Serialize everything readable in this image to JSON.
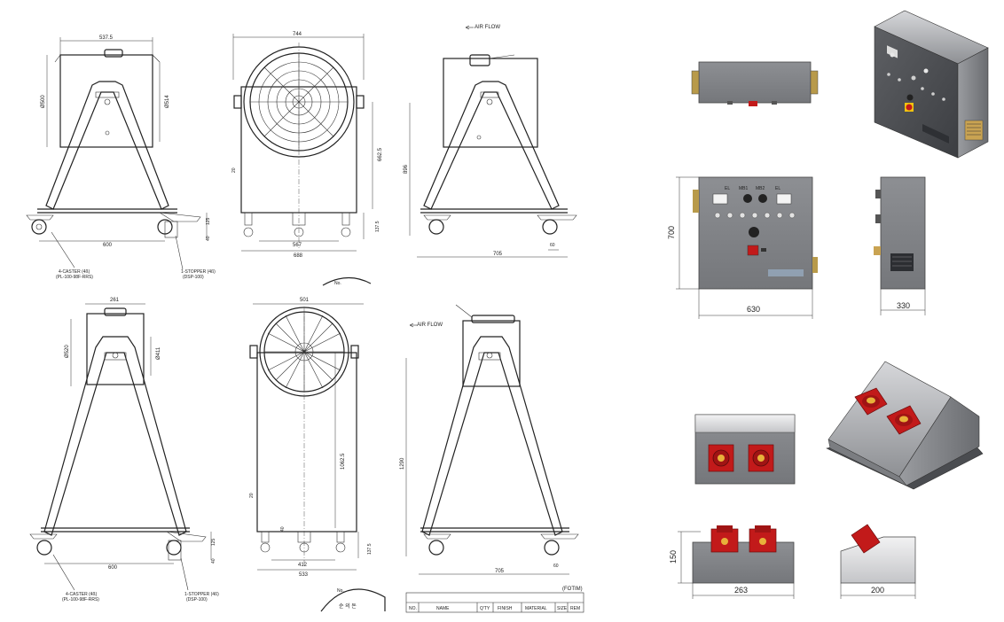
{
  "colors": {
    "metal": "#8a8c90",
    "red": "#c21a1a",
    "line": "#222222"
  },
  "top": {
    "v1": {
      "w": "537.5",
      "h": "Ø500",
      "h2": "Ø514",
      "base": "600",
      "caster": "4-CASTER (4ß)",
      "caster_spec": "(PL-100-98F-RRS)",
      "stopper": "1-STOPPER (4ß)",
      "stopper_spec": "(DSP-100)",
      "dim_s": "125",
      "dim_s2": "40"
    },
    "v2": {
      "w": "744",
      "h": "662.5",
      "h2": "20",
      "inner": "567",
      "base": "688",
      "dim_h": "137.5"
    },
    "v3": {
      "airflow": "AIR FLOW",
      "h": "896",
      "base": "705",
      "side": "60"
    },
    "stamp": "No."
  },
  "bottom": {
    "v1": {
      "w": "261",
      "h": "Ø520",
      "h2": "Ø411",
      "base": "600",
      "caster": "4-CASTER (4ß)",
      "caster_spec": "(PL-100-98F-RRS)",
      "stopper": "1-STOPPER (4ß)",
      "stopper_spec": "(DSP-100)",
      "dim_s": "125",
      "dim_s2": "40"
    },
    "v2": {
      "w": "501",
      "h": "1062.5",
      "h2": "20",
      "inner": "412",
      "base": "533",
      "dim_h": "137.5",
      "dim_40": "40"
    },
    "v3": {
      "airflow": "AIR FLOW",
      "h": "1290",
      "base": "705",
      "side": "60"
    },
    "stamp": {
      "no": "No.",
      "text": "순 의 돈"
    },
    "title_block": {
      "header": "(FOTIM)",
      "cols": [
        "NO.",
        "NAME",
        "Q'TY",
        "FINISH",
        "MATERIAL",
        "SIZE",
        "REM"
      ]
    }
  },
  "panel": {
    "front_labels": [
      "EL",
      "MB1",
      "MB2",
      "EL"
    ],
    "dim_h": "700",
    "dim_w": "630",
    "dim_side": "330"
  },
  "socket": {
    "dim_h": "150",
    "dim_w": "263",
    "dim_side": "200"
  }
}
